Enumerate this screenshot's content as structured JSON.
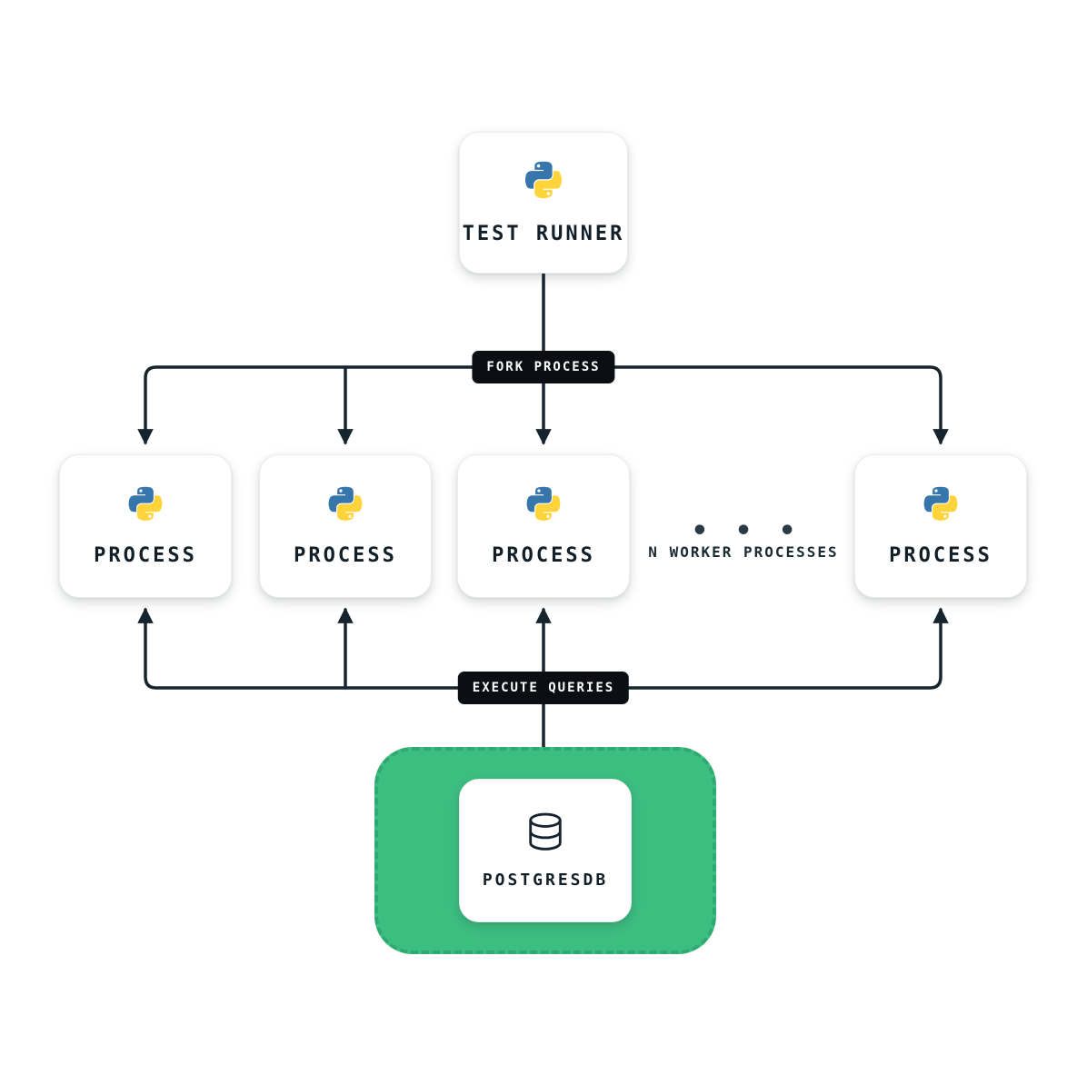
{
  "diagram": {
    "test_runner": {
      "label": "TEST RUNNER",
      "icon": "python-icon"
    },
    "fork_pill": {
      "label": "FORK PROCESS"
    },
    "processes": [
      {
        "label": "PROCESS",
        "icon": "python-icon"
      },
      {
        "label": "PROCESS",
        "icon": "python-icon"
      },
      {
        "label": "PROCESS",
        "icon": "python-icon"
      },
      {
        "label": "PROCESS",
        "icon": "python-icon"
      }
    ],
    "workers_annotation": {
      "ellipsis": "• • •",
      "label": "N WORKER PROCESSES"
    },
    "execute_pill": {
      "label": "EXECUTE QUERIES"
    },
    "database": {
      "label": "POSTGRESDB",
      "icon": "database-icon"
    },
    "colors": {
      "arrow": "#16242e",
      "pill_background": "#0b0f14",
      "pill_text": "#ffffff",
      "zone_green": "#3dbe81",
      "node_background": "#ffffff",
      "python_blue": "#3776ab",
      "python_yellow": "#ffd43b"
    }
  }
}
